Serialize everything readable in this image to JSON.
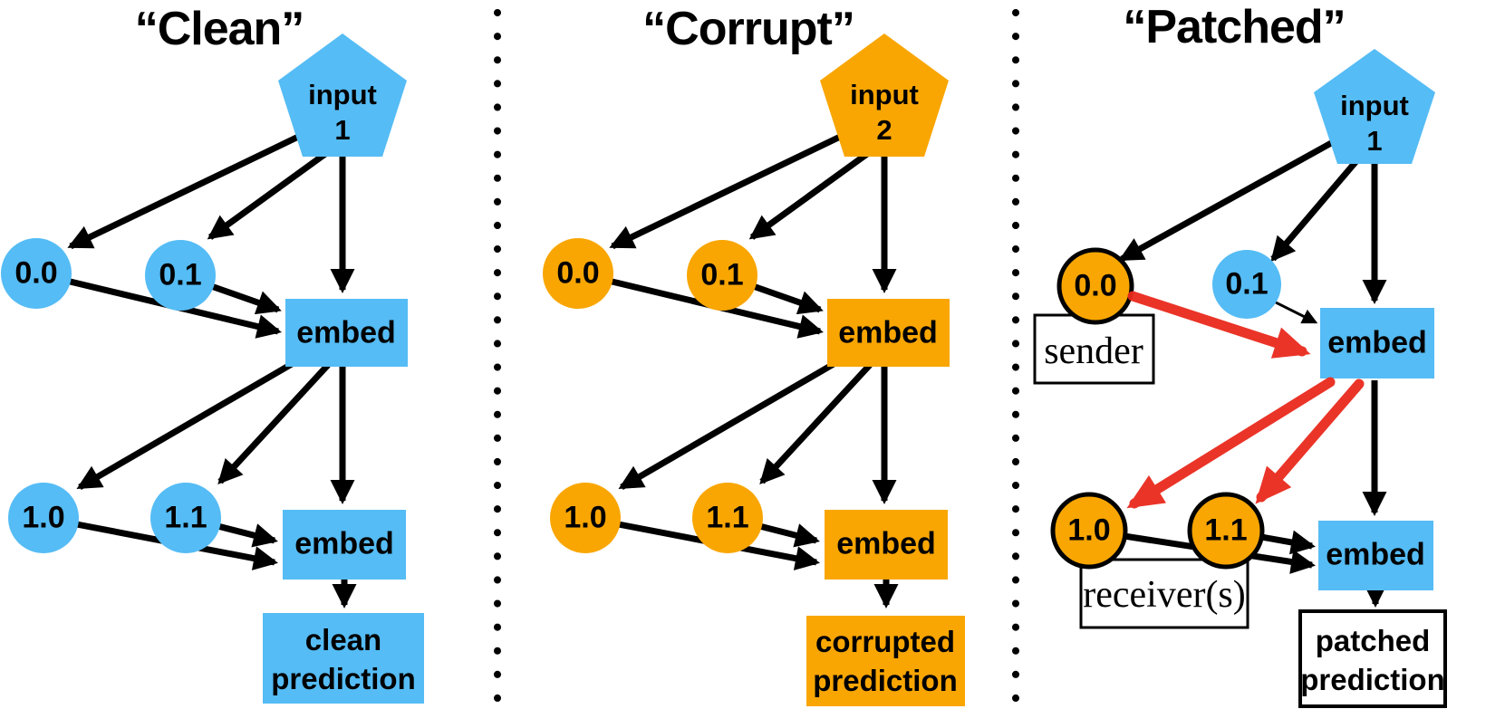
{
  "colors": {
    "blue": "#55BCF5",
    "orange": "#F9A602",
    "red": "#E92A1D",
    "ink": "#000000",
    "paper": "#FFFFFF"
  },
  "panels": [
    {
      "title": "“Clean”",
      "input_line1": "input",
      "input_line2": "1",
      "node_00": "0.0",
      "node_01": "0.1",
      "node_10": "1.0",
      "node_11": "1.1",
      "embed_top": "embed",
      "embed_bottom": "embed",
      "prediction_line1": "clean",
      "prediction_line2": "prediction"
    },
    {
      "title": "“Corrupt”",
      "input_line1": "input",
      "input_line2": "2",
      "node_00": "0.0",
      "node_01": "0.1",
      "node_10": "1.0",
      "node_11": "1.1",
      "embed_top": "embed",
      "embed_bottom": "embed",
      "prediction_line1": "corrupted",
      "prediction_line2": "prediction"
    },
    {
      "title": "“Patched”",
      "input_line1": "input",
      "input_line2": "1",
      "node_00": "0.0",
      "node_01": "0.1",
      "node_10": "1.0",
      "node_11": "1.1",
      "embed_top": "embed",
      "embed_bottom": "embed",
      "sender_label": "sender",
      "receiver_label": "receiver(s)",
      "prediction_line1": "patched",
      "prediction_line2": "prediction"
    }
  ]
}
